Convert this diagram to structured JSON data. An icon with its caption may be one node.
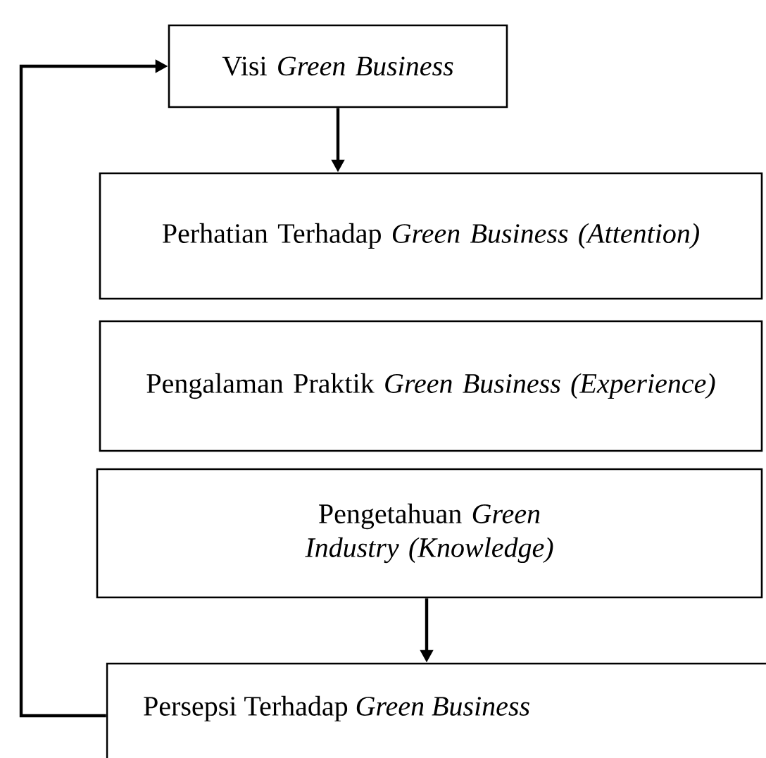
{
  "diagram": {
    "nodes": [
      {
        "text": [
          "Visi *Green Business*"
        ]
      },
      {
        "text": [
          "Perhatian Terhadap *Green Business* *(Attention)*"
        ]
      },
      {
        "text": [
          "Pengalaman Praktik *Green Business* *(Experience)*"
        ]
      },
      {
        "text": [
          "Pengetahuan *Green Industry (Knowledge)*"
        ]
      },
      {
        "text": [
          "Persepsi Terhadap *Green Business*"
        ]
      }
    ],
    "edges": [
      {
        "from": 0,
        "to": 1,
        "arrow": "to"
      },
      {
        "from": 3,
        "to": 4,
        "arrow": "to"
      },
      {
        "from": 4,
        "to": 0,
        "arrow": "to"
      }
    ]
  }
}
